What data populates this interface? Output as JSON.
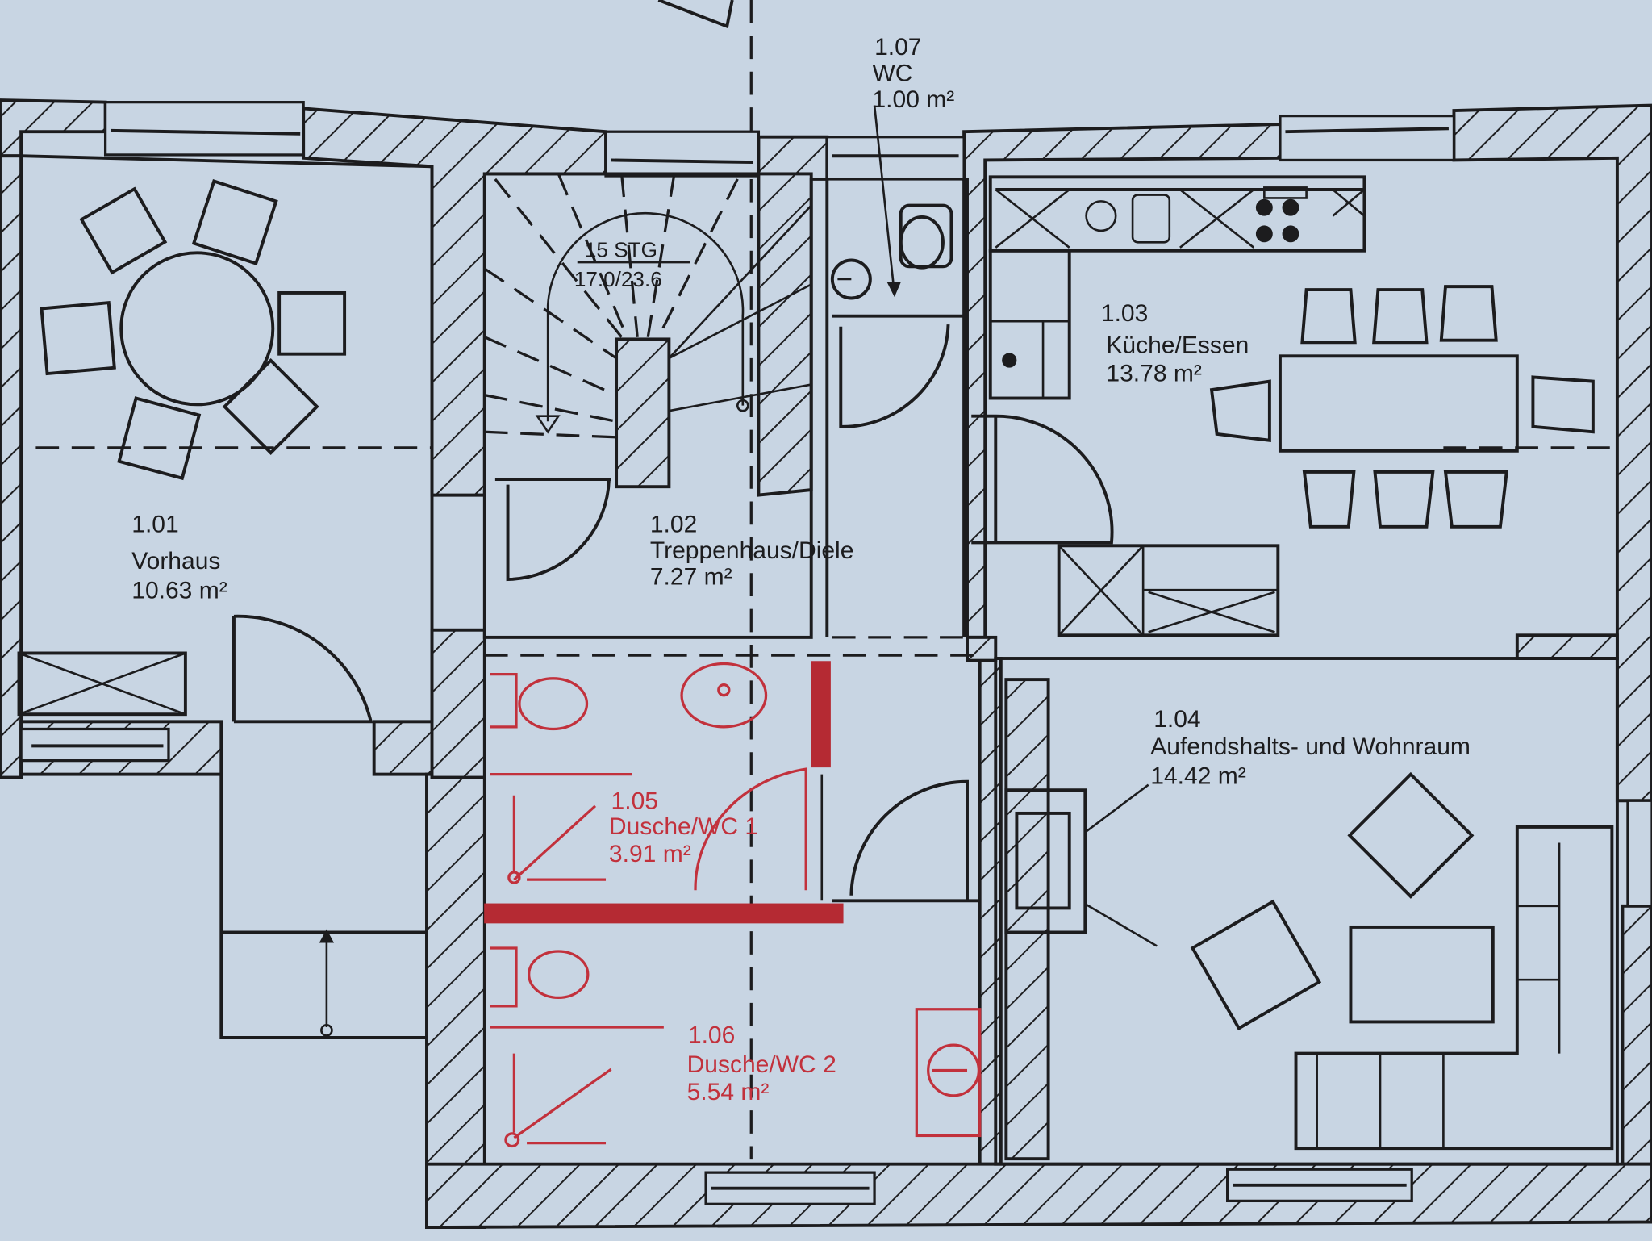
{
  "plan": {
    "colors": {
      "paper": "#c8d5e3",
      "ink": "#1c1c1e",
      "sanitary": "#c2313c"
    },
    "stair": {
      "steps": "15 STG",
      "ratio": "17.0/23.6"
    },
    "rooms": [
      {
        "number": "1.01",
        "name": "Vorhaus",
        "area": "10.63 m²"
      },
      {
        "number": "1.02",
        "name": "Treppenhaus/Diele",
        "area": "7.27 m²"
      },
      {
        "number": "1.03",
        "name": "Küche/Essen",
        "area": "13.78 m²"
      },
      {
        "number": "1.04",
        "name": "Aufendshalts- und Wohnraum",
        "area": "14.42 m²"
      },
      {
        "number": "1.05",
        "name": "Dusche/WC 1",
        "area": "3.91 m²"
      },
      {
        "number": "1.06",
        "name": "Dusche/WC 2",
        "area": "5.54 m²"
      },
      {
        "number": "1.07",
        "name": "WC",
        "area": "1.00 m²"
      }
    ]
  }
}
